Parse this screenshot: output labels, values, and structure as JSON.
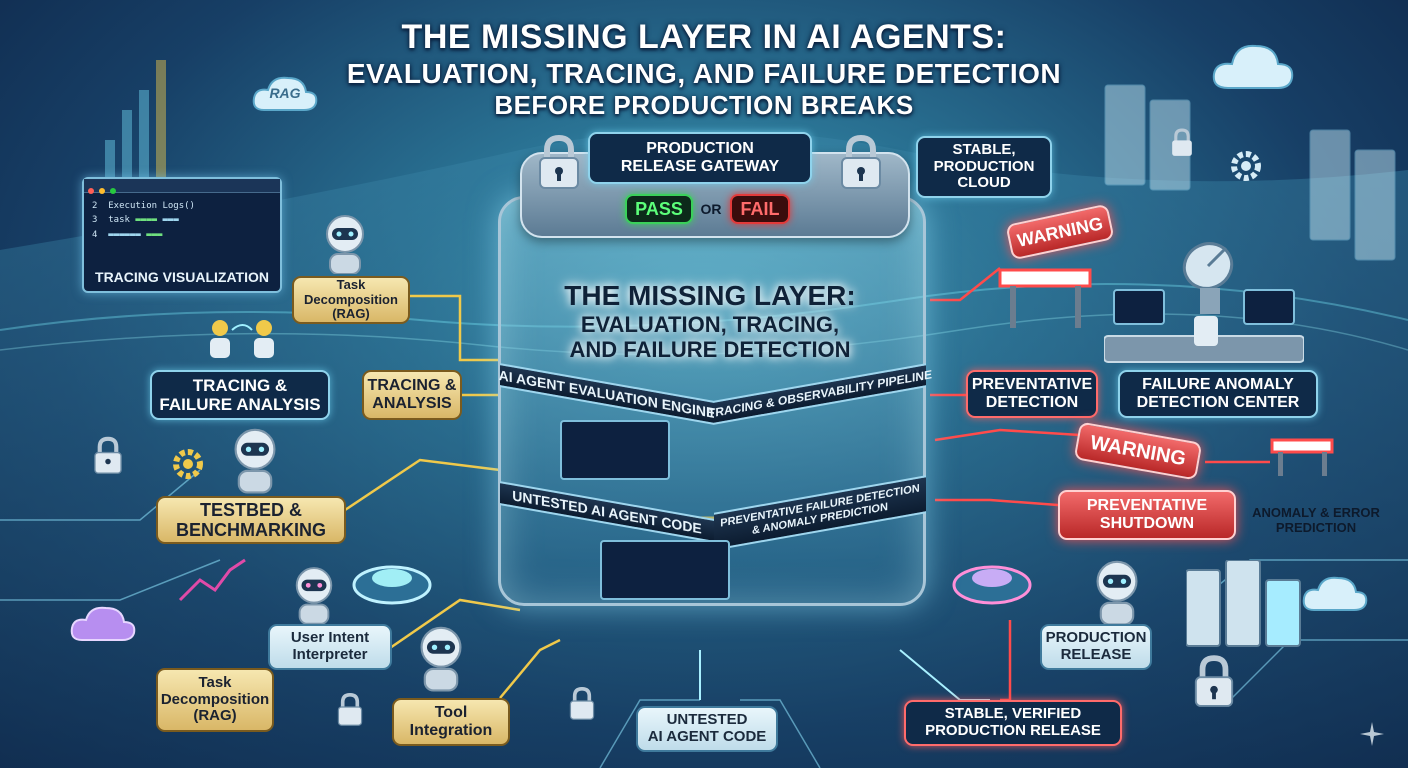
{
  "title": {
    "line1": "The Missing Layer in AI Agents:",
    "line2": "Evaluation, Tracing, and Failure Detection",
    "line3": "Before Production Breaks"
  },
  "tower": {
    "title_line1": "The Missing Layer:",
    "title_line2": "Evaluation, Tracing,",
    "title_line3": "and Failure Detection",
    "band_left_top": "AI Agent Evaluation Engine",
    "band_right_top": "Tracing & Observability Pipeline",
    "band_left_bottom": "Untested AI Agent Code",
    "band_right_bottom_line1": "Preventative Failure Detection",
    "band_right_bottom_line2": "& Anomaly Prediction"
  },
  "gateway": {
    "line1": "Production",
    "line2": "Release Gateway",
    "pass": "PASS",
    "or": "OR",
    "fail": "FAIL"
  },
  "cloud_box": {
    "line1": "Stable,",
    "line2": "Production",
    "line3": "Cloud"
  },
  "rag_cloud": "RAG",
  "log_window": {
    "line1": "Execution Logs()",
    "line2": "task",
    "label": "Tracing Visualization",
    "line_numbers": [
      "2",
      "3",
      "4"
    ]
  },
  "left": {
    "task_decomp_top": {
      "line1": "Task",
      "line2": "Decomposition",
      "line3": "(RAG)"
    },
    "tracing_failure": {
      "line1": "Tracing &",
      "line2": "Failure Analysis"
    },
    "tracing_analysis": {
      "line1": "Tracing &",
      "line2": "Analysis"
    },
    "testbed": {
      "line1": "Testbed &",
      "line2": "Benchmarking"
    },
    "user_intent": {
      "line1": "User Intent",
      "line2": "Interpreter"
    },
    "task_decomp_bottom": {
      "line1": "Task",
      "line2": "Decomposition",
      "line3": "(RAG)"
    },
    "tool_integration": {
      "line1": "Tool",
      "line2": "Integration"
    }
  },
  "bottom": {
    "untested_code": {
      "line1": "Untested",
      "line2": "AI Agent Code"
    },
    "stable_release": {
      "line1": "Stable, Verified",
      "line2": "Production Release"
    }
  },
  "right": {
    "warning_top": "Warning",
    "warning_mid": "Warning",
    "preventative_detection": {
      "line1": "Preventative",
      "line2": "Detection"
    },
    "failure_center": {
      "line1": "Failure Anomaly",
      "line2": "Detection Center"
    },
    "preventative_shutdown": {
      "line1": "Preventative",
      "line2": "Shutdown"
    },
    "anomaly_prediction": {
      "line1": "Anomaly & Error",
      "line2": "Prediction"
    },
    "production_release": {
      "line1": "Production",
      "line2": "Release"
    }
  },
  "colors": {
    "pass": "#3ad15a",
    "fail": "#e23a3a",
    "accent": "#8fd3ec",
    "gold": "#d9b767",
    "warning": "#ff4b4b"
  }
}
